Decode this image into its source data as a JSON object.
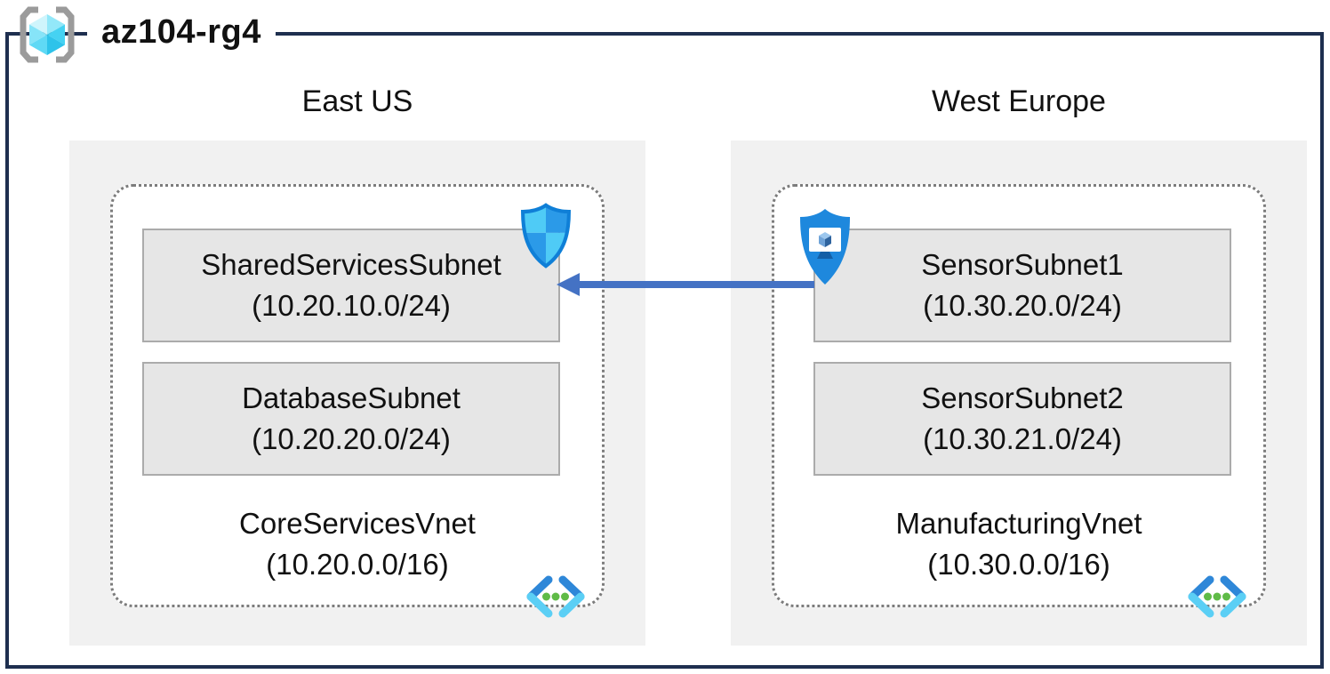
{
  "diagram": {
    "resource_group": {
      "name": "az104-rg4",
      "icon": "resource-group-icon"
    },
    "regions": [
      {
        "name": "East US",
        "vnet": {
          "name": "CoreServicesVnet",
          "cidr": "(10.20.0.0/16)",
          "icon": "virtual-network-icon"
        },
        "subnets": [
          {
            "name": "SharedServicesSubnet",
            "cidr": "(10.20.10.0/24)",
            "icon": "network-security-shield-icon"
          },
          {
            "name": "DatabaseSubnet",
            "cidr": "(10.20.20.0/24)"
          }
        ]
      },
      {
        "name": "West Europe",
        "vnet": {
          "name": "ManufacturingVnet",
          "cidr": "(10.30.0.0/16)",
          "icon": "virtual-network-icon"
        },
        "subnets": [
          {
            "name": "SensorSubnet1",
            "cidr": "(10.30.20.0/24)",
            "icon": "device-security-shield-icon"
          },
          {
            "name": "SensorSubnet2",
            "cidr": "(10.30.21.0/24)"
          }
        ]
      }
    ],
    "connection": {
      "from": "SensorSubnet1",
      "to": "SharedServicesSubnet",
      "direction": "right-to-left",
      "color": "#4472C4"
    },
    "colors": {
      "frame_navy": "#1E2F4F",
      "region_bg": "#F1F1F1",
      "subnet_bg": "#E6E6E6",
      "subnet_border": "#ABABAB",
      "dashed_border": "#7C7C7C",
      "arrow_blue": "#4472C4",
      "shield_light_cyan": "#4FCBF6",
      "shield_mid_blue": "#2B9AE8",
      "shield_outline": "#0F7FD7",
      "device_shield_blue": "#1E88DD",
      "vnet_icon_blue": "#2E87D8",
      "vnet_icon_cyan": "#5BCFF5",
      "vnet_dot_green": "#5FBB47",
      "bracket_gray": "#9B9B9B",
      "cube_cyan": "#45D2F2"
    }
  }
}
